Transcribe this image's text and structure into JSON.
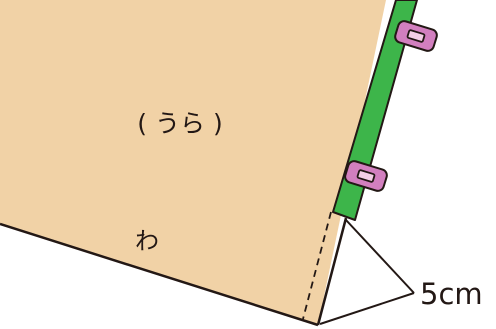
{
  "labels": {
    "back_side": "( うら )",
    "fold": "わ",
    "measurement": "5cm"
  },
  "colors": {
    "fabric": "#F1D2A6",
    "outline": "#231815",
    "tape": "#3DB54A",
    "clip": "#D27FBF",
    "clip_window": "#F3CFE6",
    "background": "#FFFFFF"
  },
  "icons": [
    "clip-icon",
    "clip-icon"
  ]
}
